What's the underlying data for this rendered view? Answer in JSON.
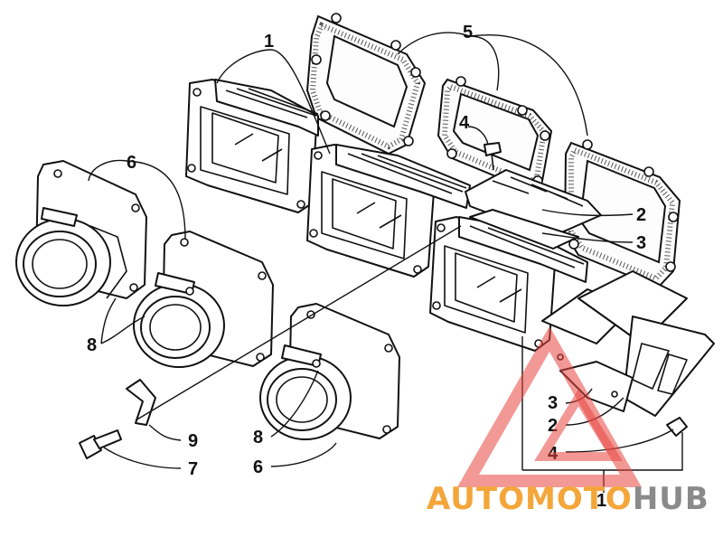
{
  "diagram": {
    "callouts": {
      "c1_top": "1",
      "c5_top": "5",
      "c6_top": "6",
      "c4_mid": "4",
      "c2_mid": "2",
      "c3_mid": "3",
      "c8_left": "8",
      "c9": "9",
      "c7": "7",
      "c8_bottom": "8",
      "c6_bottom": "6",
      "c3_detail": "3",
      "c2_detail": "2",
      "c4_detail": "4",
      "c1_bottom": "1"
    }
  },
  "watermark": {
    "part1": "AUTO",
    "part2": "MOTO",
    "part3": "HUB",
    "color_main": "#f4a63a",
    "color_hub": "#8a8a8a",
    "triangle_color": "#e8463f"
  }
}
